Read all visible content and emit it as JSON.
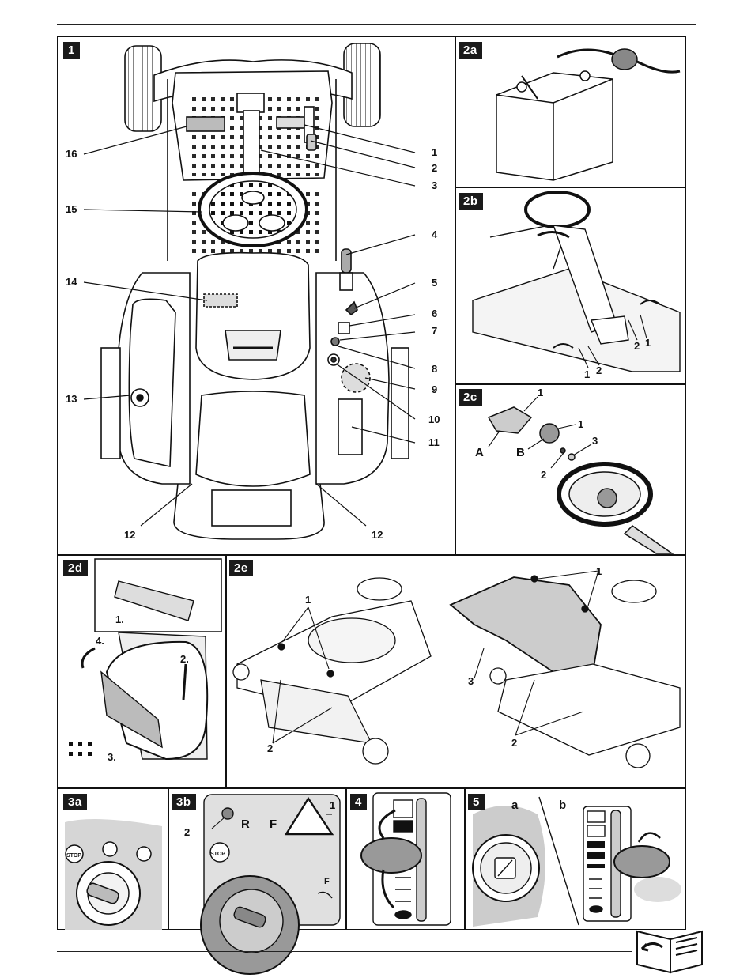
{
  "panels": {
    "p1": {
      "tag": "1",
      "callouts": {
        "c1": "1",
        "c2": "2",
        "c3": "3",
        "c4": "4",
        "c5": "5",
        "c6": "6",
        "c7": "7",
        "c8": "8",
        "c9": "9",
        "c10": "10",
        "c11": "11",
        "c12a": "12",
        "c12b": "12",
        "c13": "13",
        "c14": "14",
        "c15": "15",
        "c16": "16"
      }
    },
    "p2a": {
      "tag": "2a"
    },
    "p2b": {
      "tag": "2b",
      "callouts": {
        "a1": "2",
        "a2": "1",
        "b1": "1",
        "b2": "2"
      }
    },
    "p2c": {
      "tag": "2c",
      "callouts": {
        "c1": "1",
        "c2": "1",
        "c3": "3",
        "c4": "2",
        "cA": "A",
        "cB": "B"
      }
    },
    "p2d": {
      "tag": "2d",
      "callouts": {
        "s1": "1.",
        "s2": "2.",
        "s3": "3.",
        "s4": "4."
      }
    },
    "p2e": {
      "tag": "2e",
      "callouts": {
        "l1": "1",
        "l2": "2",
        "r1": "1",
        "r2": "2",
        "r3": "3"
      }
    },
    "p3a": {
      "tag": "3a",
      "stop": "STOP"
    },
    "p3b": {
      "tag": "3b",
      "callouts": {
        "c1": "1",
        "c2": "2"
      },
      "decal": {
        "r": "R",
        "f": "F",
        "stop": "STOP",
        "f2": "F"
      }
    },
    "p4": {
      "tag": "4"
    },
    "p5": {
      "tag": "5",
      "sub_a": "a",
      "sub_b": "b"
    }
  }
}
